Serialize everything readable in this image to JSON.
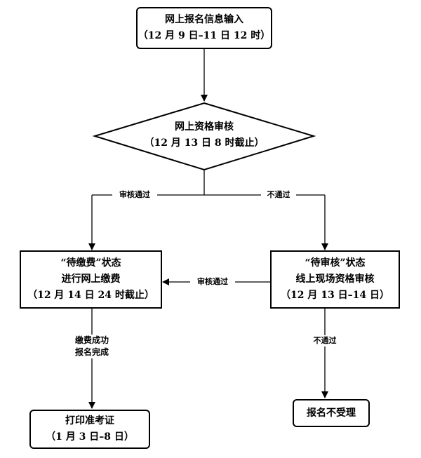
{
  "nodes": {
    "input": {
      "line1": "网上报名信息输入",
      "line2": "（12 月 9 日–11 日 12 时）"
    },
    "review": {
      "line1": "网上资格审核",
      "line2": "（12 月 13 日 8 时截止）"
    },
    "pay": {
      "line1": "“待缴费”状态",
      "line2": "进行网上缴费",
      "line3": "（12 月 14 日 24 时截止）"
    },
    "onsite": {
      "line1": "“待审核”状态",
      "line2": "线上现场资格审核",
      "line3": "（12 月 13 日–14 日）"
    },
    "print": {
      "line1": "打印准考证",
      "line2": "（1 月 3 日–8 日）"
    },
    "reject": {
      "line1": "报名不受理"
    }
  },
  "edge_labels": {
    "review_pass": "审核通过",
    "review_fail": "不通过",
    "onsite_pass": "审核通过",
    "onsite_fail": "不通过",
    "pay_done_line1": "缴费成功",
    "pay_done_line2": "报名完成"
  }
}
